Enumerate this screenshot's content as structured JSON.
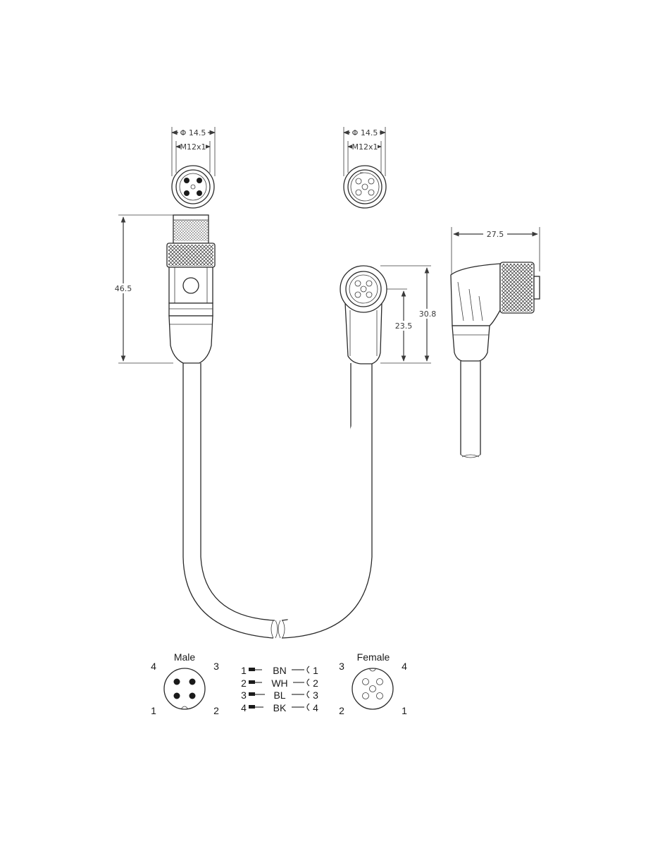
{
  "dimensions": {
    "diameter_left": "Φ 14.5",
    "thread_left": "M12x1",
    "diameter_right": "Φ 14.5",
    "thread_right": "M12x1",
    "length_male": "46.5",
    "width_angled": "27.5",
    "height_angled_total": "30.8",
    "height_angled_inner": "23.5"
  },
  "pinout": {
    "male_title": "Male",
    "female_title": "Female",
    "male_pins": {
      "tl": "4",
      "tr": "3",
      "bl": "1",
      "br": "2"
    },
    "female_pins": {
      "tl": "3",
      "tr": "4",
      "bl": "2",
      "br": "1"
    },
    "wiring": [
      {
        "left": "1",
        "color": "BN",
        "right": "1"
      },
      {
        "left": "2",
        "color": "WH",
        "right": "2"
      },
      {
        "left": "3",
        "color": "BL",
        "right": "3"
      },
      {
        "left": "4",
        "color": "BK",
        "right": "4"
      }
    ]
  }
}
